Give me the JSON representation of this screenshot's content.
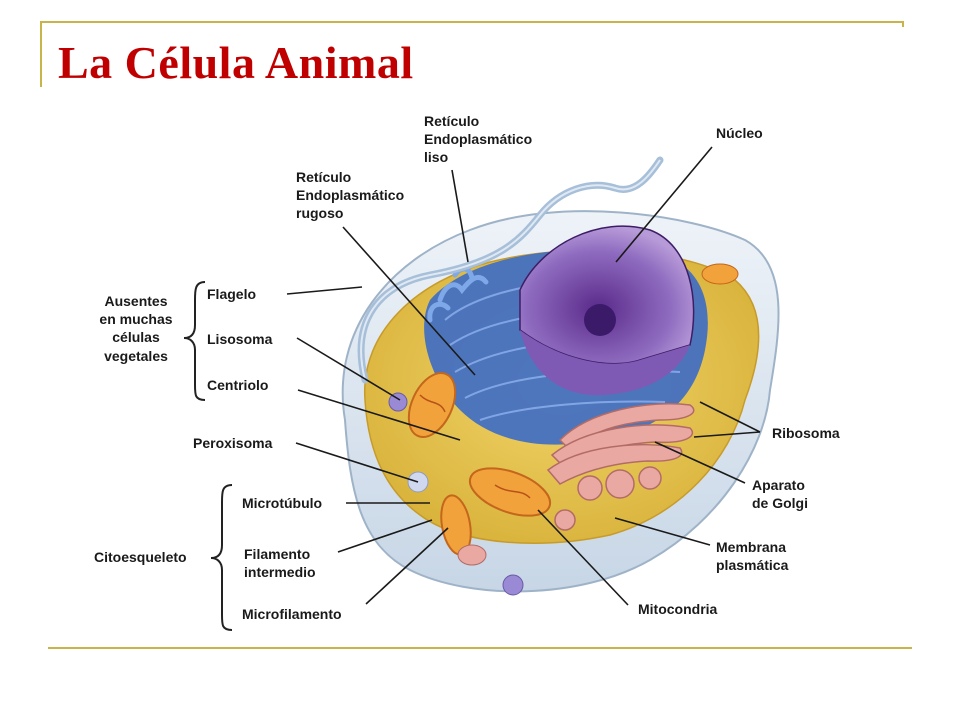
{
  "title": "La Célula Animal",
  "labels": {
    "rel": [
      "Retículo",
      "Endoplasmático",
      "liso"
    ],
    "rer": [
      "Retículo",
      "Endoplasmático",
      "rugoso"
    ],
    "nucleo": "Núcleo",
    "ausentes": [
      "Ausentes",
      "en muchas",
      "células",
      "vegetales"
    ],
    "flagelo": "Flagelo",
    "lisosoma": "Lisosoma",
    "centriolo": "Centriolo",
    "peroxisoma": "Peroxisoma",
    "ribosoma": "Ribosoma",
    "golgi": [
      "Aparato",
      "de Golgi"
    ],
    "microtubulo": "Microtúbulo",
    "citoesqueleto": "Citoesqueleto",
    "filamento": [
      "Filamento",
      "intermedio"
    ],
    "membrana": [
      "Membrana",
      "plasmática"
    ],
    "microfilamento": "Microfilamento",
    "mitocondria": "Mitocondria"
  }
}
